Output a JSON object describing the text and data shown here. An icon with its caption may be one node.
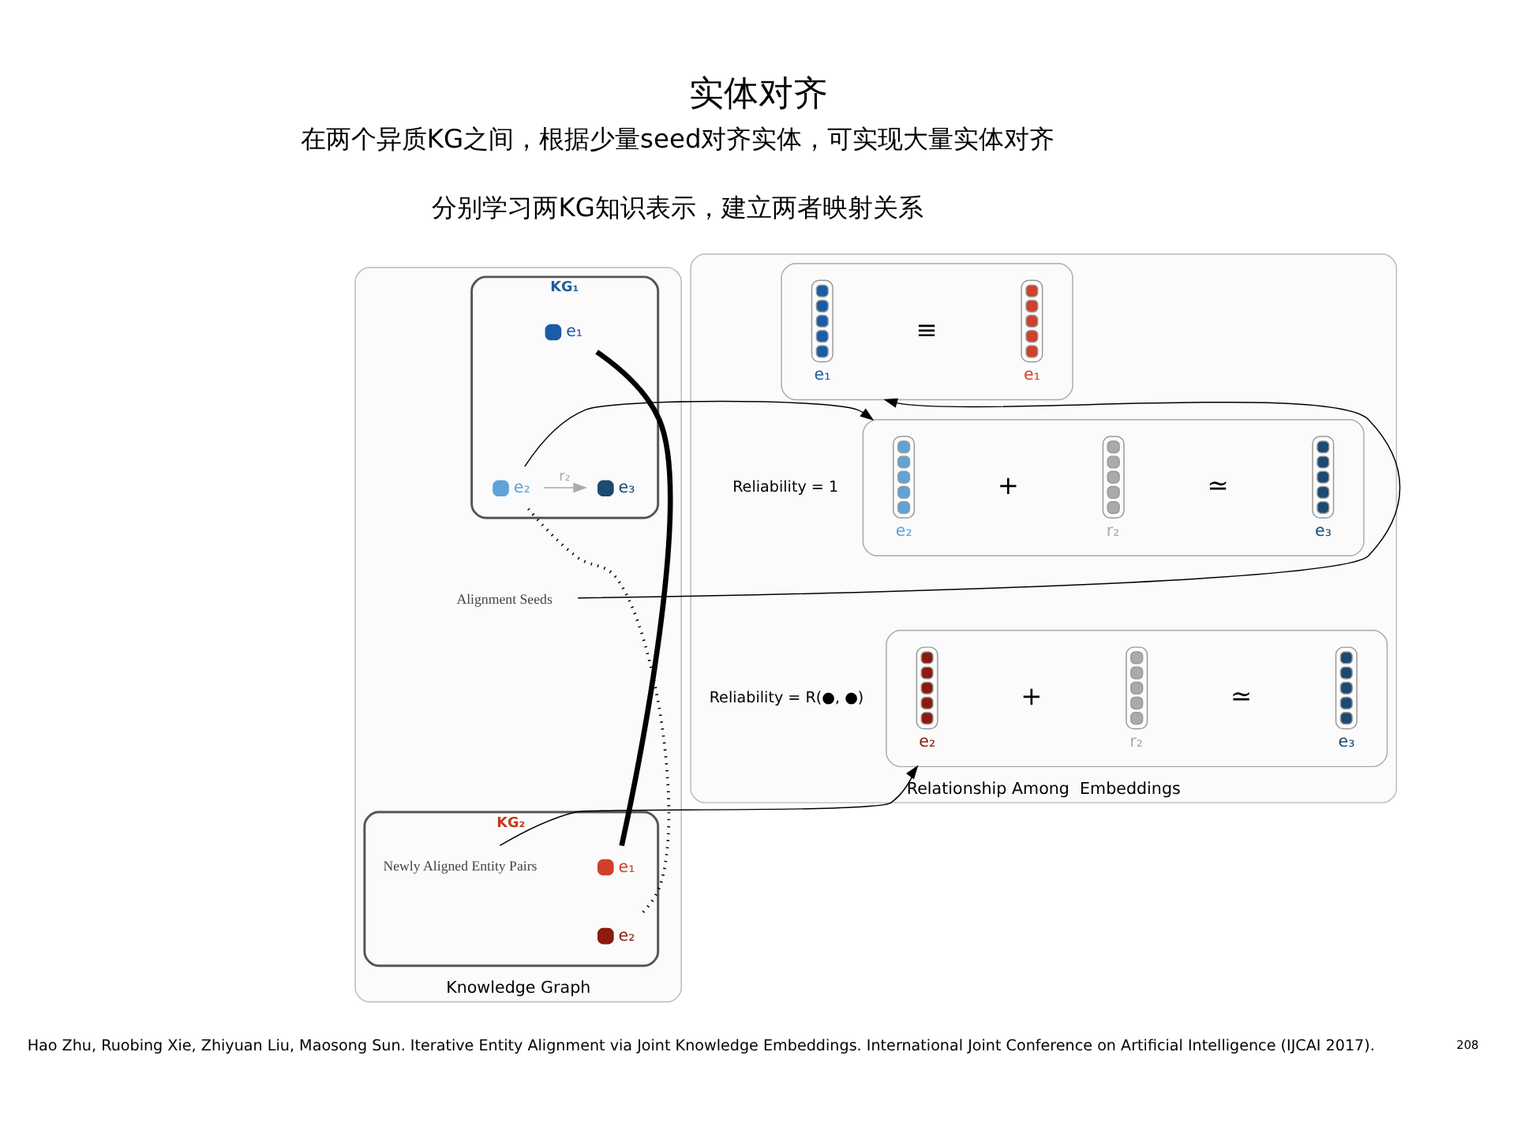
{
  "diagram": {
    "title": "实体对齐",
    "nodes": [
      {
        "text": [
          "Knowledge Graph"
        ]
      },
      {
        "text": [
          "KG₁"
        ],
        "in": 0
      },
      {
        "text": [
          "e₁"
        ],
        "in": 1
      },
      {
        "text": [
          "e₂"
        ],
        "in": 1
      },
      {
        "text": [
          "e₃"
        ],
        "in": 1
      },
      {
        "text": [
          "Alignment Seeds"
        ],
        "in": 0
      },
      {
        "text": [
          "KG₂"
        ],
        "in": 0
      },
      {
        "text": [
          "Newly Aligned Entity Pairs"
        ],
        "in": 6
      },
      {
        "text": [
          "e₁"
        ],
        "in": 6
      },
      {
        "text": [
          "e₂"
        ],
        "in": 6
      },
      {
        "text": [
          "Relationship Among  Embeddings"
        ]
      },
      {
        "text": [],
        "shape": "box",
        "in": 10
      },
      {
        "text": [
          "e₁"
        ],
        "in": 11
      },
      {
        "text": [
          "e₁"
        ],
        "in": 11
      },
      {
        "text": [],
        "shape": "box",
        "in": 10
      },
      {
        "text": [
          "e₂"
        ],
        "in": 14
      },
      {
        "text": [
          "r₂"
        ],
        "in": 14
      },
      {
        "text": [
          "e₃"
        ],
        "in": 14
      },
      {
        "text": [],
        "shape": "box",
        "in": 10
      },
      {
        "text": [
          "e₂"
        ],
        "in": 18
      },
      {
        "text": [
          "r₂"
        ],
        "in": 18
      },
      {
        "text": [
          "e₃"
        ],
        "in": 18
      }
    ],
    "edges": [
      {
        "from": 2,
        "to": 8,
        "arrow": "none",
        "style": "thick"
      },
      {
        "from": 3,
        "to": 9,
        "arrow": "none",
        "style": "dashed"
      },
      {
        "from": 3,
        "to": 4,
        "arrow": "to",
        "label": "r₂",
        "color": "#aaaaaa"
      },
      {
        "from": 5,
        "to": 11,
        "arrow": "to"
      },
      {
        "from": 3,
        "to": 14,
        "arrow": "to"
      },
      {
        "from": 7,
        "to": 18,
        "arrow": "to"
      }
    ],
    "labels": [
      "在两个异质KG之间，根据少量seed对齐实体，可实现大量实体对齐",
      "分别学习两KG知识表示，建立两者映射关系",
      "≡",
      "+",
      "≃",
      "Reliability = 1",
      "+",
      "≃",
      "Reliability = R(●, ●)",
      "Hao Zhu, Ruobing Xie, Zhiyuan Liu, Maosong Sun. Iterative Entity Alignment via Joint Knowledge Embeddings. International Joint Conference on Artificial Intelligence (IJCAI 2017).",
      "208"
    ]
  }
}
